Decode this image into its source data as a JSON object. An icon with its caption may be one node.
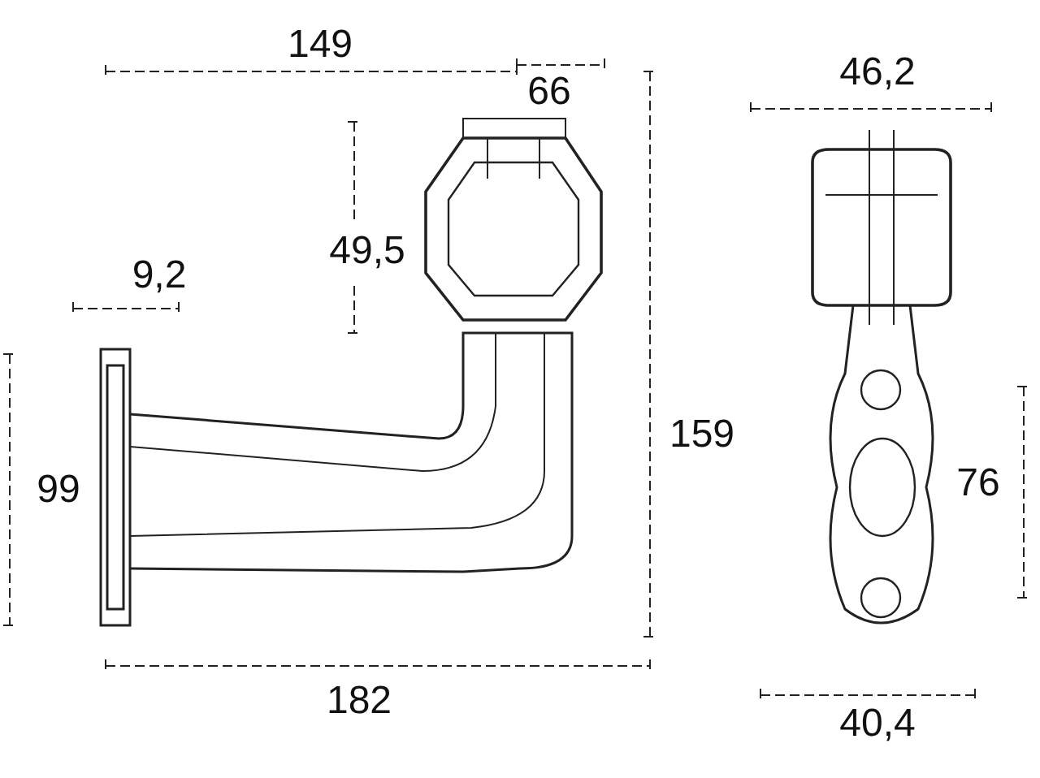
{
  "diagram": {
    "labels": [
      "149",
      "66",
      "46,2",
      "49,5",
      "9,2",
      "159",
      "99",
      "76",
      "182",
      "40,4"
    ]
  }
}
